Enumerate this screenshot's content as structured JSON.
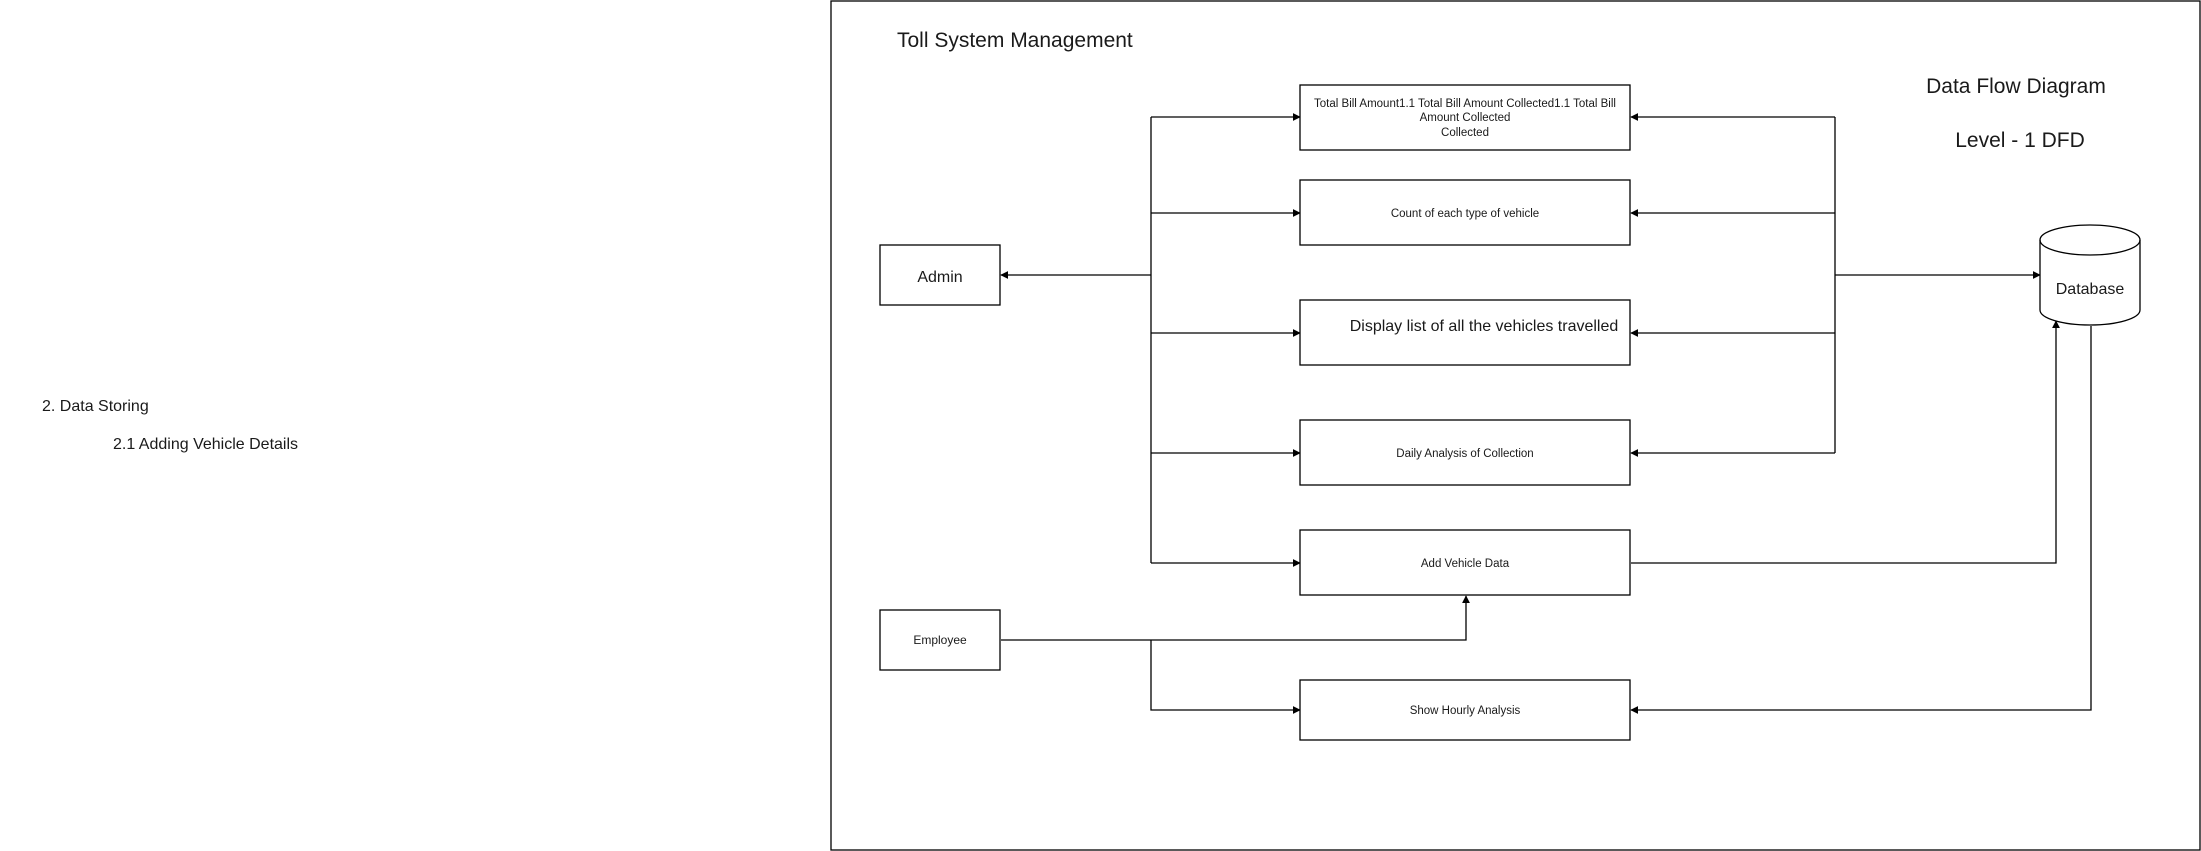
{
  "diagram": {
    "title": "Toll System Management",
    "heading": "Data Flow Diagram",
    "level": "Level - 1 DFD",
    "side_notes": {
      "section": "2. Data Storing",
      "subsection": "2.1 Adding Vehicle Details"
    },
    "entities": {
      "admin": "Admin",
      "employee": "Employee"
    },
    "store": {
      "database": "Database"
    },
    "processes": {
      "bill": {
        "line1": "Total Bill Amount1.1 Total Bill Amount Collected1.1 Total Bill",
        "line2": "Amount Collected",
        "line3": "Collected"
      },
      "count": "Count of each type of vehicle",
      "display": "Display list of all the vehicles travelled",
      "daily": "Daily Analysis of Collection",
      "add": "Add Vehicle Data",
      "hourly": "Show Hourly Analysis"
    },
    "edges": [
      "admin_bus -> bill",
      "admin_bus -> count",
      "admin_bus -> display",
      "admin_bus -> daily",
      "admin_bus -> add",
      "admin_bus -> admin",
      "db_bus -> bill",
      "db_bus -> count",
      "db_bus -> display",
      "db_bus -> daily",
      "db_bus -> database",
      "add -> database",
      "employee -> add",
      "employee -> hourly",
      "database -> hourly"
    ]
  }
}
